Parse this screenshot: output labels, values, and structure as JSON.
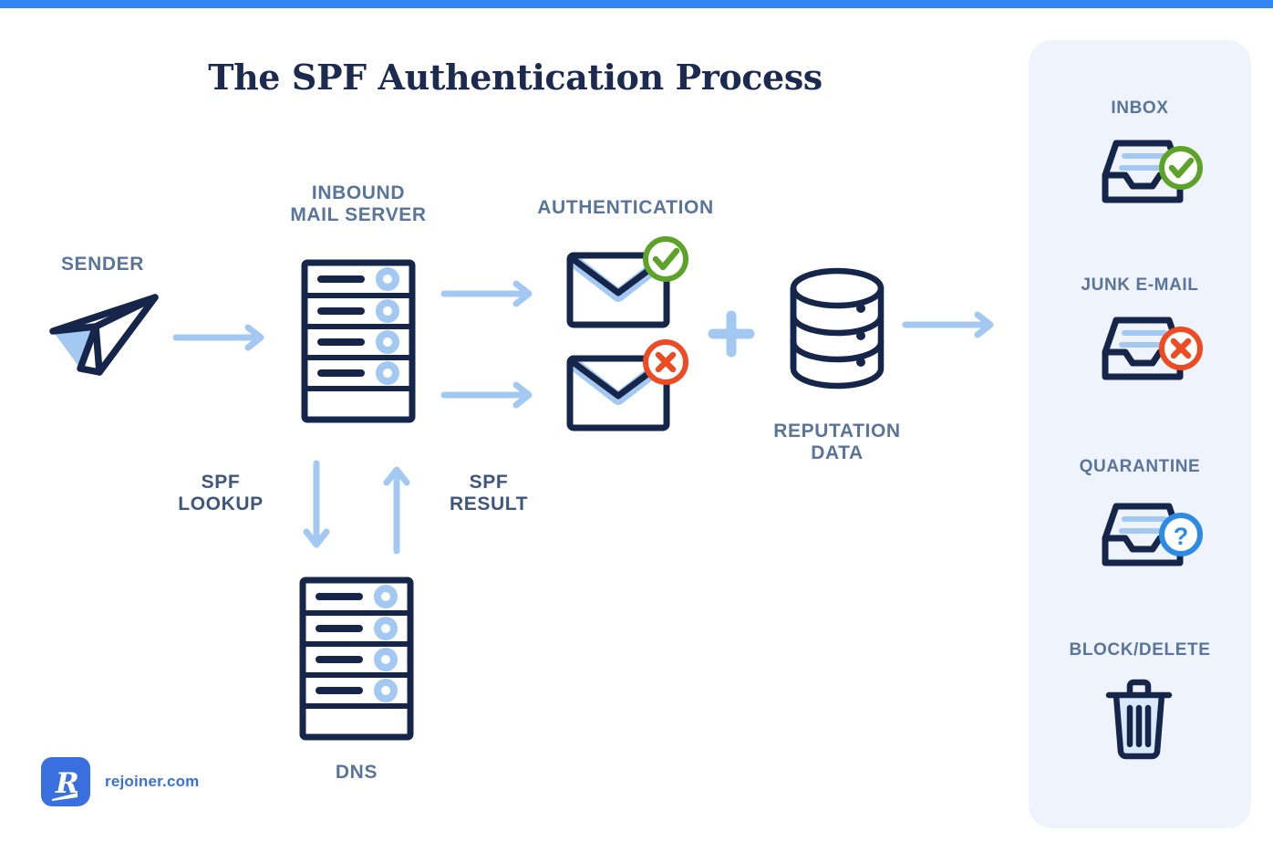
{
  "page": {
    "title": "The SPF Authentication Process",
    "accent_bar_color": "#3385ef",
    "background": "#ffffff",
    "navy": "#16264a",
    "label_blue": "#5a7599",
    "label_dark": "#3f567d",
    "light_blue": "#a3c9f2",
    "green": "#5da32a",
    "red": "#ec4b24",
    "blue": "#2d8ae5",
    "panel_bg": "#eff3fc"
  },
  "flow": {
    "sender": {
      "label": "SENDER",
      "icon": "paper-plane-icon"
    },
    "mail_server": {
      "label": "INBOUND\nMAIL SERVER",
      "icon": "server-rack-icon"
    },
    "authentication": {
      "label": "AUTHENTICATION",
      "pass": {
        "icon": "envelope-icon",
        "badge": "check-circle-icon"
      },
      "fail": {
        "icon": "envelope-icon",
        "badge": "x-circle-icon"
      }
    },
    "plus": {
      "symbol": "+",
      "icon": "plus-icon"
    },
    "reputation": {
      "label": "REPUTATION\nDATA",
      "icon": "database-icon"
    },
    "spf_lookup": {
      "label": "SPF\nLOOKUP",
      "icon": "arrow-down-icon"
    },
    "spf_result": {
      "label": "SPF\nRESULT",
      "icon": "arrow-up-icon"
    },
    "dns": {
      "label": "DNS",
      "icon": "server-rack-icon"
    }
  },
  "results_panel": {
    "items": [
      {
        "label": "INBOX",
        "icon": "inbox-tray-icon",
        "badge": "check-circle-icon",
        "badge_color": "#5da32a"
      },
      {
        "label": "JUNK E-MAIL",
        "icon": "inbox-tray-icon",
        "badge": "x-circle-icon",
        "badge_color": "#ec4b24"
      },
      {
        "label": "QUARANTINE",
        "icon": "inbox-tray-icon",
        "badge": "question-circle-icon",
        "badge_color": "#2d8ae5"
      },
      {
        "label": "BLOCK/DELETE",
        "icon": "trash-can-icon",
        "badge": "",
        "badge_color": ""
      }
    ]
  },
  "branding": {
    "logo_letter": "R",
    "logo_name": "rejoiner.com",
    "logo_color": "#3a6fe0"
  }
}
